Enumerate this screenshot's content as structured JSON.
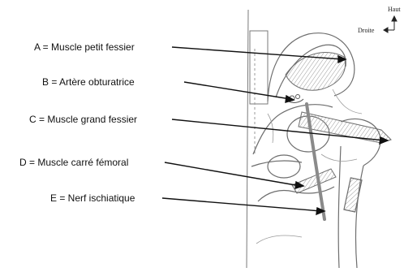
{
  "orientation": {
    "top_label": "Haut",
    "right_label": "Droite"
  },
  "labels": [
    {
      "letter": "A",
      "text": "A = Muscle petit fessier"
    },
    {
      "letter": "B",
      "text": "B = Artère obturatrice"
    },
    {
      "letter": "C",
      "text": "C = Muscle grand fessier"
    },
    {
      "letter": "D",
      "text": "D = Muscle carré fémoral"
    },
    {
      "letter": "E",
      "text": "E = Nerf ischiatique"
    }
  ],
  "colors": {
    "ink": "#111111",
    "sketch": "#6e6e6e",
    "shade": "#bdbdbd",
    "nerve": "#8a8a8a"
  }
}
